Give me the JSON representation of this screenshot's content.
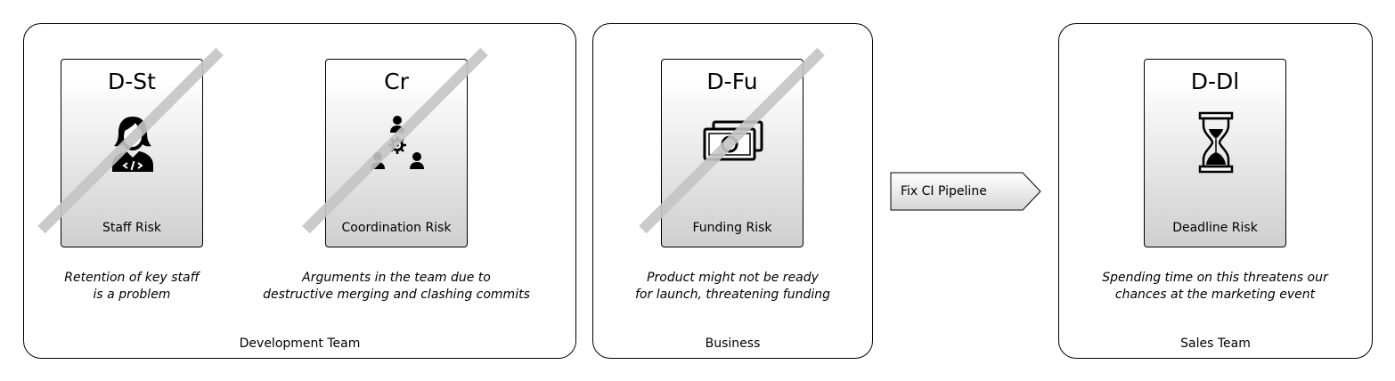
{
  "groups": [
    {
      "label": "Development Team"
    },
    {
      "label": "Business"
    },
    {
      "label": "Sales Team"
    }
  ],
  "cards": [
    {
      "code": "D-St",
      "name": "Staff Risk",
      "icon": "developer-person-icon",
      "crossed_out": true,
      "desc_line1": "Retention of key staff",
      "desc_line2": "is a problem"
    },
    {
      "code": "Cr",
      "name": "Coordination Risk",
      "icon": "team-coordination-icon",
      "crossed_out": true,
      "desc_line1": "Arguments in the team due to",
      "desc_line2": "destructive merging and clashing commits"
    },
    {
      "code": "D-Fu",
      "name": "Funding Risk",
      "icon": "money-icon",
      "crossed_out": true,
      "desc_line1": "Product might not be ready",
      "desc_line2": "for launch, threatening funding"
    },
    {
      "code": "D-Dl",
      "name": "Deadline Risk",
      "icon": "hourglass-icon",
      "crossed_out": false,
      "desc_line1": "Spending time on this threatens our",
      "desc_line2": "chances at the marketing event"
    }
  ],
  "action": {
    "label": "Fix CI Pipeline"
  },
  "colors": {
    "strike": "#c4c4c4",
    "border": "#000000",
    "card_gradient_end": "#cfcfcf"
  }
}
